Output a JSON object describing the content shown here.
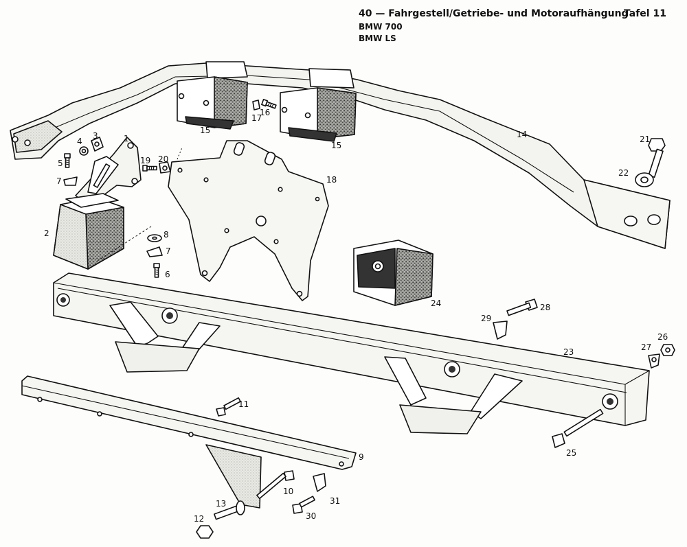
{
  "header": {
    "title": "40 — Fahrgestell/Getriebe- und Motoraufhängung",
    "model_1": "BMW 700",
    "model_2": "BMW LS",
    "plate": "Tafel 11"
  },
  "callouts": {
    "c1": "1",
    "c2": "2",
    "c3": "3",
    "c4": "4",
    "c5": "5",
    "c6": "6",
    "c7a": "7",
    "c7b": "7",
    "c8": "8",
    "c9": "9",
    "c10": "10",
    "c11": "11",
    "c12": "12",
    "c13": "13",
    "c14": "14",
    "c15a": "15",
    "c15b": "15",
    "c16": "16",
    "c17": "17",
    "c18": "18",
    "c19": "19",
    "c20": "20",
    "c21": "21",
    "c22": "22",
    "c23": "23",
    "c24": "24",
    "c25": "25",
    "c26": "26",
    "c27": "27",
    "c28": "28",
    "c29": "29",
    "c30": "30",
    "c31": "31"
  },
  "colors": {
    "ink": "#111111",
    "paper": "#fdfdfb",
    "rubber": "#8a8a88",
    "metal": "#f2f2ee"
  }
}
